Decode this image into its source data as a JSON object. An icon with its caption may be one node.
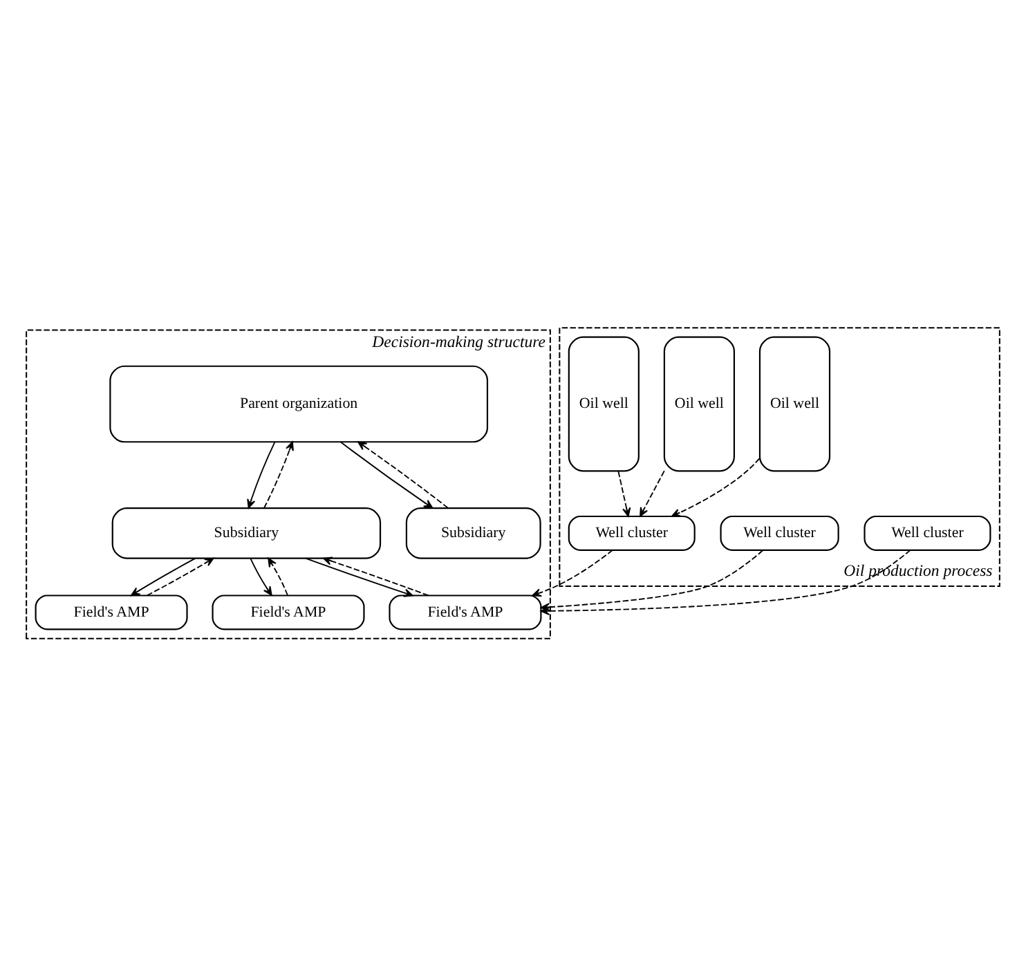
{
  "diagram": {
    "nodes": [
      {
        "text": [
          "Decision-making structure"
        ]
      },
      {
        "text": [
          "Parent organization"
        ],
        "in": 0
      },
      {
        "text": [
          "Subsidiary"
        ],
        "in": 0
      },
      {
        "text": [
          "Subsidiary"
        ],
        "in": 0
      },
      {
        "text": [
          "Field's AMP"
        ],
        "in": 0
      },
      {
        "text": [
          "Field's AMP"
        ],
        "in": 0
      },
      {
        "text": [
          "Field's AMP"
        ],
        "in": 0
      },
      {
        "text": [
          "Oil production process"
        ]
      },
      {
        "text": [
          "Well cluster"
        ],
        "in": 7
      },
      {
        "text": [
          "Well cluster"
        ],
        "in": 7
      },
      {
        "text": [
          "Well cluster"
        ],
        "in": 7
      },
      {
        "text": [
          "Oil well"
        ],
        "in": 7
      },
      {
        "text": [
          "Oil well"
        ],
        "in": 7
      },
      {
        "text": [
          "Oil well"
        ],
        "in": 7
      }
    ],
    "edges": [
      {
        "from": 1,
        "to": 2,
        "arrow": "to"
      },
      {
        "from": 2,
        "to": 1,
        "arrow": "to",
        "style": "dashed"
      },
      {
        "from": 1,
        "to": 3,
        "arrow": "to"
      },
      {
        "from": 3,
        "to": 1,
        "arrow": "to",
        "style": "dashed"
      },
      {
        "from": 2,
        "to": 4,
        "arrow": "to"
      },
      {
        "from": 4,
        "to": 2,
        "arrow": "to",
        "style": "dashed"
      },
      {
        "from": 2,
        "to": 5,
        "arrow": "to"
      },
      {
        "from": 5,
        "to": 2,
        "arrow": "to",
        "style": "dashed"
      },
      {
        "from": 2,
        "to": 6,
        "arrow": "to"
      },
      {
        "from": 6,
        "to": 2,
        "arrow": "to",
        "style": "dashed"
      },
      {
        "from": 9,
        "to": 4,
        "arrow": "to",
        "style": "dashed"
      },
      {
        "from": 8,
        "to": 4,
        "arrow": "to",
        "style": "dashed"
      },
      {
        "from": 10,
        "to": 4,
        "arrow": "to",
        "style": "dashed"
      },
      {
        "from": 11,
        "to": 9,
        "arrow": "to",
        "style": "dashed"
      },
      {
        "from": 12,
        "to": 9,
        "arrow": "to",
        "style": "dashed"
      },
      {
        "from": 13,
        "to": 9,
        "arrow": "to",
        "style": "dashed"
      }
    ]
  }
}
